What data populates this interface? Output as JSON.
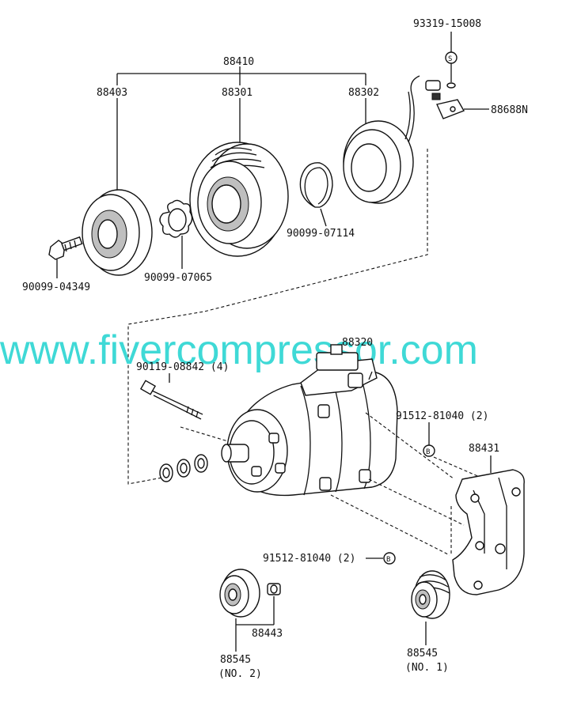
{
  "labels": {
    "p93319": "93319-15008",
    "p88410": "88410",
    "p88403": "88403",
    "p88301": "88301",
    "p88302": "88302",
    "p88688N": "88688N",
    "p90099_07114": "90099-07114",
    "p90099_04349": "90099-04349",
    "p90099_07065": "90099-07065",
    "p88320": "88320",
    "p90119": "90119-08842 (4)",
    "p91512_top": "91512-81040 (2)",
    "p88431": "88431",
    "p91512_bottom": "91512-81040 (2)",
    "p88443": "88443",
    "p88545_no2": "88545",
    "p88545_no2_sub": "(NO. 2)",
    "p88545_no1": "88545",
    "p88545_no1_sub": "(NO. 1)"
  },
  "markers": {
    "s": "S",
    "b": "B"
  },
  "watermark": "www.fivercompressor.com",
  "colors": {
    "watermark": "#3fd9d6",
    "line": "#111111"
  }
}
